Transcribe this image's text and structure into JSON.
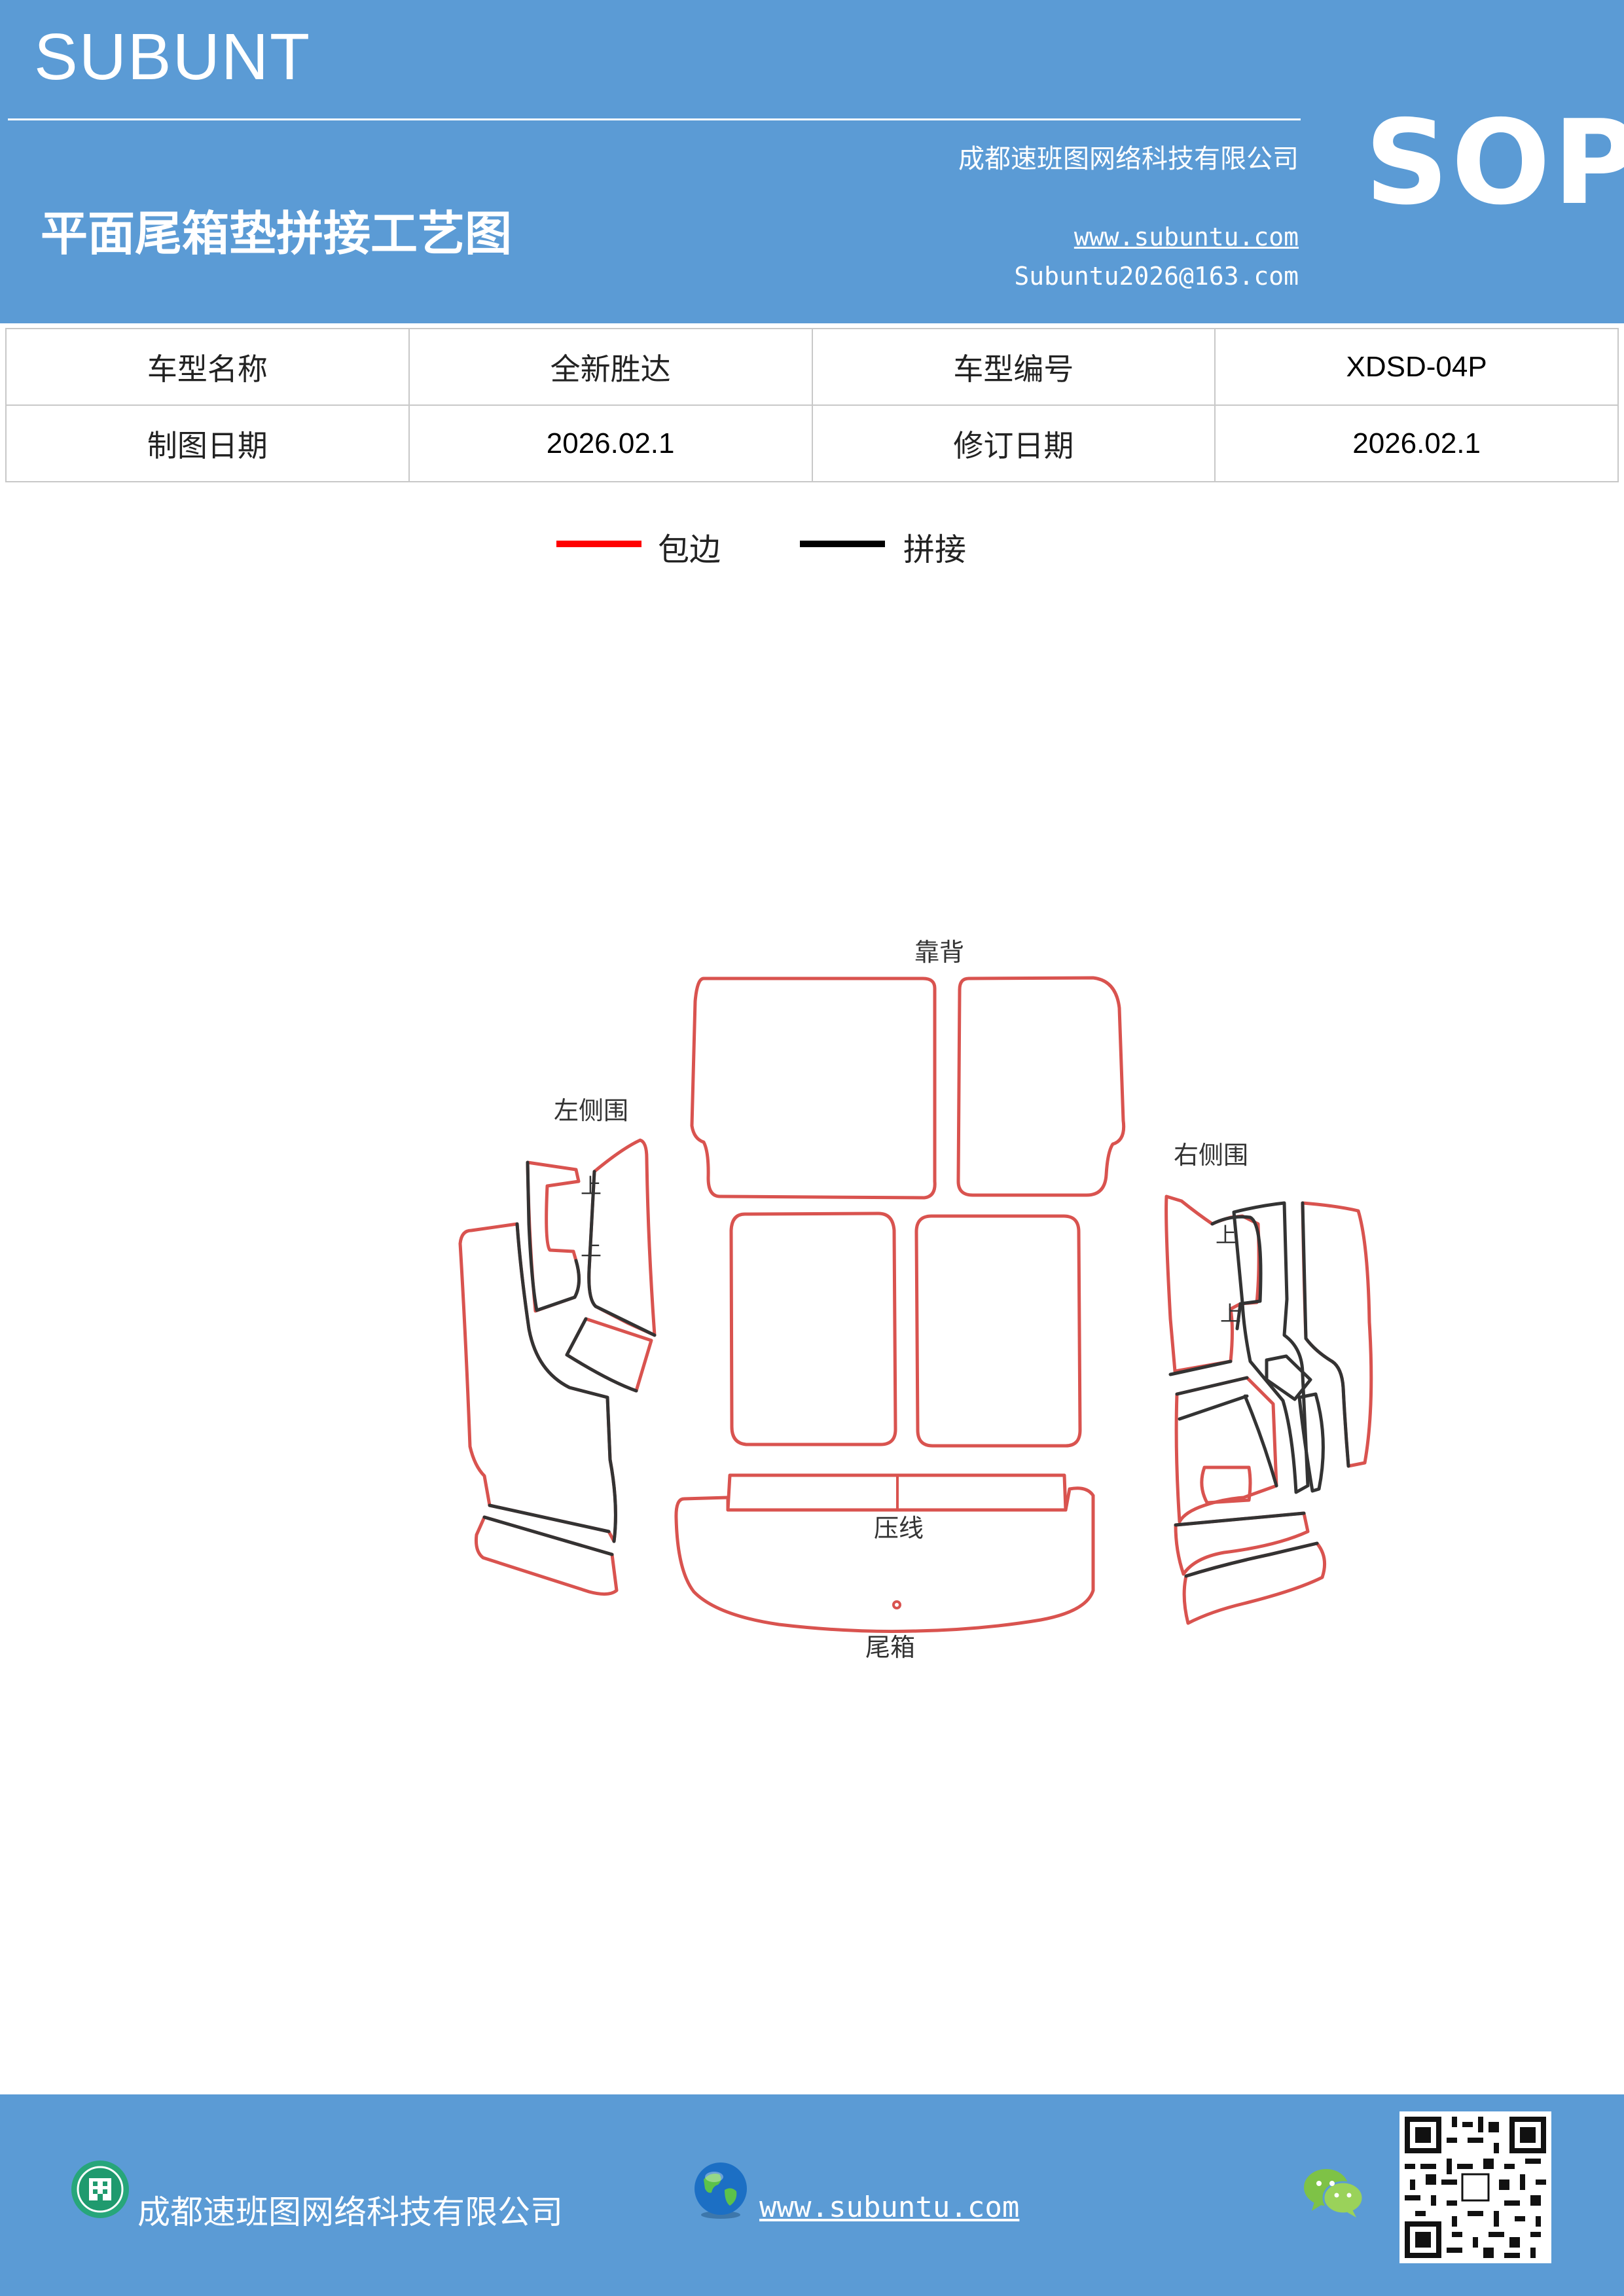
{
  "header": {
    "brand": "SUBUNT",
    "sop": "SOP",
    "company": "成都速班图网络科技有限公司",
    "title": "平面尾箱垫拼接工艺图",
    "url": "www.subuntu.com",
    "email": "Subuntu2026@163.com"
  },
  "info_table": {
    "rows": [
      [
        "车型名称",
        "全新胜达",
        "车型编号",
        "XDSD-04P"
      ],
      [
        "制图日期",
        "2026.02.1",
        "修订日期",
        "2026.02.1"
      ]
    ]
  },
  "legend": {
    "items": [
      {
        "label": "包边",
        "color": "#ff0000"
      },
      {
        "label": "拼接",
        "color": "#000000"
      }
    ]
  },
  "diagram": {
    "labels": {
      "backrest": "靠背",
      "left_side": "左侧围",
      "right_side": "右侧围",
      "press_line": "压线",
      "trunk": "尾箱",
      "up_mark": "上"
    },
    "colors": {
      "edge_binding": "#d9534f",
      "splice": "#333333"
    }
  },
  "footer": {
    "company": "成都速班图网络科技有限公司",
    "url": "www.subuntu.com"
  },
  "colors": {
    "header_blue": "#5b9bd5"
  }
}
